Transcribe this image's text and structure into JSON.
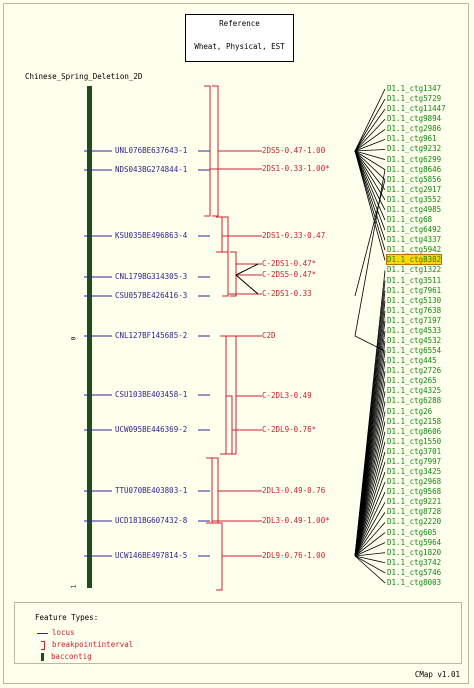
{
  "reference": {
    "line1": "Reference",
    "line2": "Wheat, Physical, EST"
  },
  "map_title": "Chinese_Spring_Deletion_2D",
  "axis": {
    "start": "0",
    "end": "1"
  },
  "loci": [
    "UNL076BE637643-1",
    "NDS043BG274844-1",
    "KSU035BE496863-4",
    "CNL179BG314305-3",
    "CSU057BE426416-3",
    "CNL127BF145685-2",
    "CSU103BE403458-1",
    "UCW095BE446369-2",
    "TTU070BE403803-1",
    "UCD181BG607432-8",
    "UCW146BE497814-5"
  ],
  "intervals": [
    "2DS5-0.47-1.00",
    "2DS1-0.33-1.00*",
    "2DS1-0.33-0.47",
    "C-2DS1-0.47*",
    "C-2DS5-0.47*",
    "C-2DS1-0.33",
    "C2D",
    "C-2DL3-0.49",
    "C-2DL9-0.76*",
    "2DL3-0.49-0.76",
    "2DL3-0.49-1.00*",
    "2DL9-0.76-1.00"
  ],
  "contigs": [
    "D1.1_ctg1347",
    "D1.1_ctg5729",
    "D1.1_ctg11447",
    "D1.1_ctg9894",
    "D1.1_ctg2986",
    "D1.1_ctg961",
    "D1.1_ctg9232",
    "D1.1_ctg6299",
    "D1.1_ctg8646",
    "D1.1_ctg5856",
    "D1.1_ctg2917",
    "D1.1_ctg3552",
    "D1.1_ctg4985",
    "D1.1_ctg68",
    "D1.1_ctg6492",
    "D1.1_ctg4337",
    "D1.1_ctg5942",
    "D1.1_ctg8382",
    "D1.1_ctg1322",
    "D1.1_ctg3511",
    "D1.1_ctg7961",
    "D1.1_ctg5130",
    "D1.1_ctg7638",
    "D1.1_ctg7197",
    "D1.1_ctg4533",
    "D1.1_ctg4532",
    "D1.1_ctg6554",
    "D1.1_ctg445",
    "D1.1_ctg2726",
    "D1.1_ctg265",
    "D1.1_ctg4325",
    "D1.1_ctg6288",
    "D1.1_ctg26",
    "D1.1_ctg2158",
    "D1.1_ctg8606",
    "D1.1_ctg1550",
    "D1.1_ctg3701",
    "D1.1_ctg7997",
    "D1.1_ctg3425",
    "D1.1_ctg2968",
    "D1.1_ctg9568",
    "D1.1_ctg9221",
    "D1.1_ctg8728",
    "D1.1_ctg2220",
    "D1.1_ctg605",
    "D1.1_ctg5964",
    "D1.1_ctg1820",
    "D1.1_ctg3742",
    "D1.1_ctg5746",
    "D1.1_ctg8003"
  ],
  "highlighted_contig": "D1.1_ctg8382",
  "legend": {
    "title": "Feature Types:",
    "items": [
      "locus",
      "breakpointinterval",
      "baccontig"
    ]
  },
  "footer": "CMap v1.01",
  "colors": {
    "locus": "#2f2590",
    "breakpoint": "#cc2030",
    "contig": "#138a13",
    "map_bar": "#1e4d1e",
    "highlight": "#ffd700"
  }
}
